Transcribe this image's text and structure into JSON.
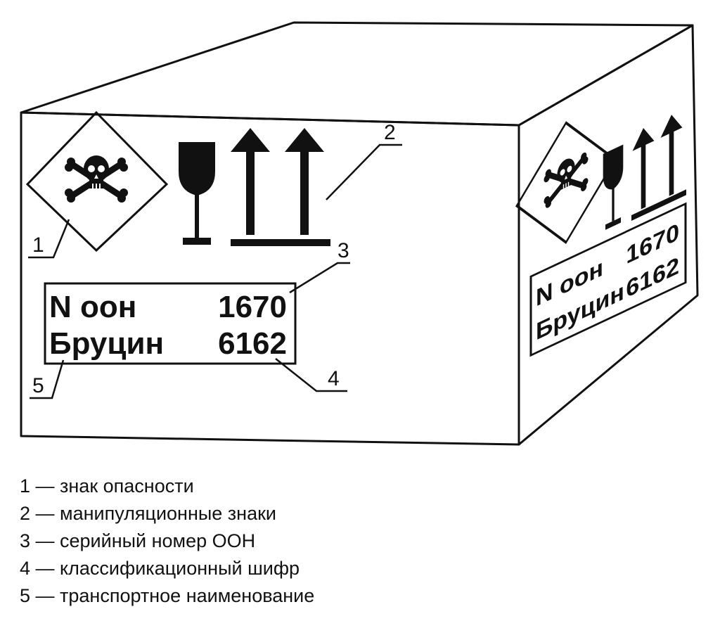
{
  "label": {
    "line1_left": "N оон",
    "line1_right": "1670",
    "line2_left": "Бруцин",
    "line2_right": "6162"
  },
  "callouts": [
    "1",
    "2",
    "3",
    "4",
    "5"
  ],
  "icons": [
    "skull-crossbones-hazard-icon",
    "fragile-glass-icon",
    "this-way-up-arrows-icon"
  ],
  "legend": [
    {
      "text": "1 — знак опасности"
    },
    {
      "text": "2 — манипуляционные знаки"
    },
    {
      "text": "3 — серийный номер ООН"
    },
    {
      "text": "4 — классификационный шифр"
    },
    {
      "text": "5 — транспортное наименование"
    }
  ]
}
